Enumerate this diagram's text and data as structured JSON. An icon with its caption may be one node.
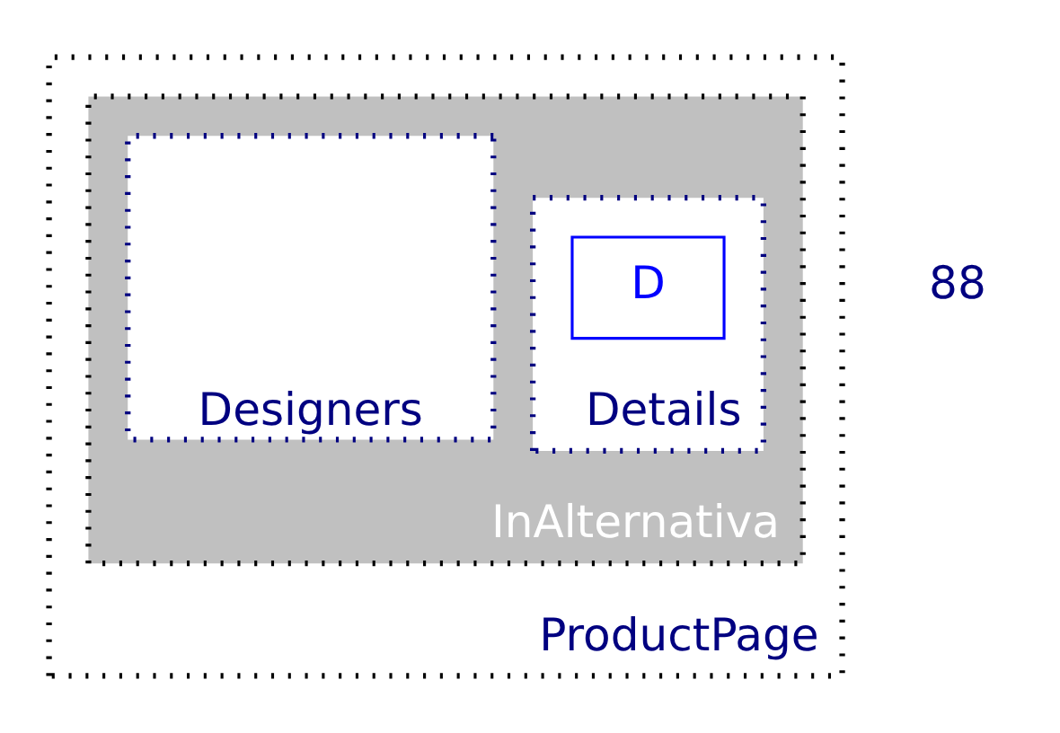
{
  "diagram": {
    "nodes": [
      {
        "text": [
          "ProductPage"
        ]
      },
      {
        "text": [
          "InAlternativa"
        ],
        "in": 0
      },
      {
        "text": [
          "Details"
        ],
        "in": 1
      },
      {
        "text": [
          "Designers"
        ],
        "in": 1
      },
      {
        "text": [
          "D"
        ],
        "in": 2
      }
    ],
    "labels": [
      "88"
    ]
  }
}
